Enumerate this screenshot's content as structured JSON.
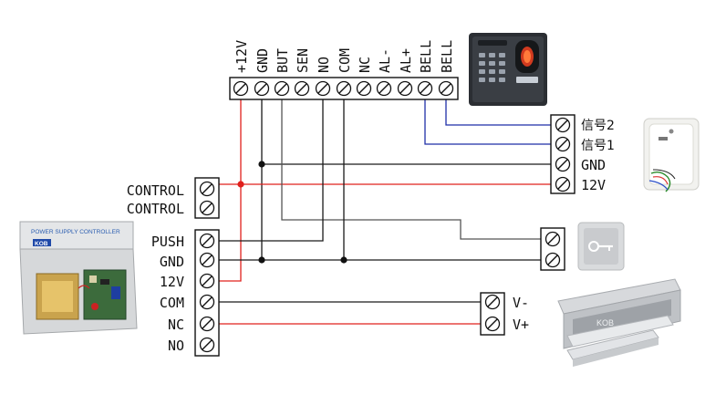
{
  "top_terminal": {
    "labels": [
      "+12V",
      "GND",
      "BUT",
      "SEN",
      "NO",
      "COM",
      "NC",
      "AL-",
      "AL+",
      "BELL",
      "BELL"
    ]
  },
  "controller": {
    "title": "POWER SUPPLY CONTROLLER",
    "brand": "KOB",
    "control_labels": [
      "CONTROL",
      "CONTROL"
    ],
    "terminal_labels": [
      "PUSH",
      "GND",
      "12V",
      "COM",
      "NC",
      "NO"
    ]
  },
  "doorbell": {
    "labels": [
      "信号2",
      "信号1",
      "GND",
      "12V"
    ]
  },
  "lock": {
    "labels": [
      "V-",
      "V+"
    ],
    "brand": "KOB"
  },
  "colors": {
    "wire_black": "#1a1a1a",
    "wire_red": "#e0201c",
    "wire_blue": "#1f2fa8",
    "wire_gray": "#555555"
  }
}
